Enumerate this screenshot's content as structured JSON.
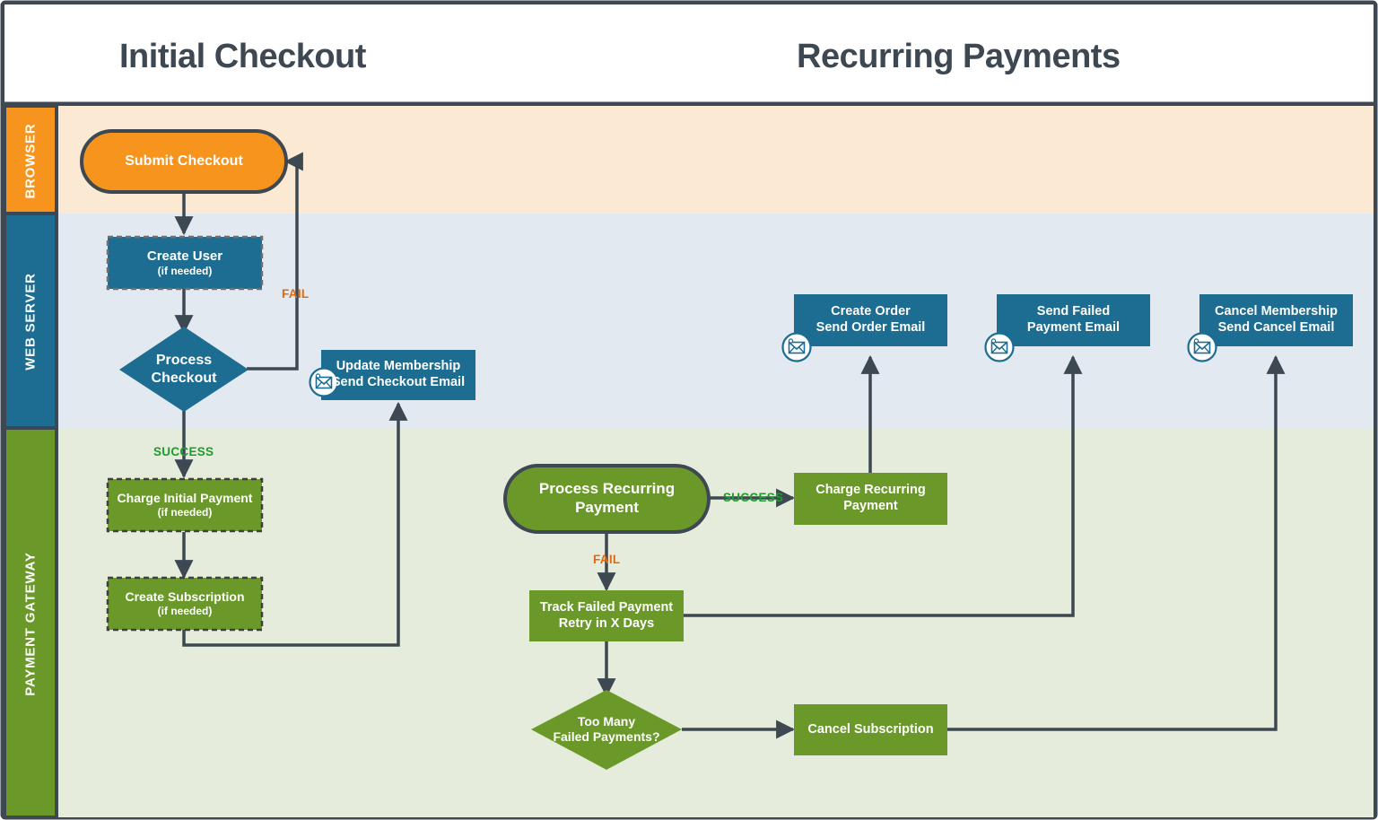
{
  "headers": {
    "left": "Initial Checkout",
    "right": "Recurring Payments"
  },
  "lanes": [
    {
      "name": "BROWSER",
      "band_color": "#fbe9d3",
      "tab_color": "#f7941d"
    },
    {
      "name": "WEB SERVER",
      "band_color": "#e2e9f0",
      "tab_color": "#1c6d91"
    },
    {
      "name": "PAYMENT GATEWAY",
      "band_color": "#e5ecdb",
      "tab_color": "#6a992a"
    }
  ],
  "colors": {
    "orange": "#f7941d",
    "blue": "#1c6d91",
    "green": "#6a992a",
    "stroke": "#3d4852",
    "success": "#1f9c2e",
    "fail": "#e2690f",
    "text": "#ffffff",
    "title": "#3d4852"
  },
  "nodes": [
    {
      "id": "submit-checkout",
      "shape": "pill",
      "lane": "BROWSER",
      "title": "Submit Checkout",
      "sub": ""
    },
    {
      "id": "create-user",
      "shape": "rect-dash",
      "lane": "WEB SERVER",
      "title": "Create User",
      "sub": "(if needed)"
    },
    {
      "id": "process-checkout",
      "shape": "diamond",
      "lane": "WEB SERVER",
      "title": "Process",
      "sub": "Checkout"
    },
    {
      "id": "update-membership",
      "shape": "rect",
      "lane": "WEB SERVER",
      "title": "Update Membership",
      "sub": "Send Checkout Email",
      "icon": "email-icon"
    },
    {
      "id": "charge-initial-payment",
      "shape": "rect-dash",
      "lane": "PAYMENT GATEWAY",
      "title": "Charge Initial Payment",
      "sub": "(if needed)"
    },
    {
      "id": "create-subscription",
      "shape": "rect-dash",
      "lane": "PAYMENT GATEWAY",
      "title": "Create Subscription",
      "sub": "(if needed)"
    },
    {
      "id": "process-recurring-payment",
      "shape": "pill",
      "lane": "PAYMENT GATEWAY",
      "title": "Process Recurring",
      "sub": "Payment"
    },
    {
      "id": "charge-recurring-payment",
      "shape": "rect",
      "lane": "PAYMENT GATEWAY",
      "title": "Charge Recurring",
      "sub": "Payment"
    },
    {
      "id": "create-order",
      "shape": "rect",
      "lane": "WEB SERVER",
      "title": "Create Order",
      "sub": "Send Order Email",
      "icon": "email-icon"
    },
    {
      "id": "send-failed-payment",
      "shape": "rect",
      "lane": "WEB SERVER",
      "title": "Send Failed",
      "sub": "Payment Email",
      "icon": "email-icon"
    },
    {
      "id": "cancel-membership",
      "shape": "rect",
      "lane": "WEB SERVER",
      "title": "Cancel Membership",
      "sub": "Send Cancel Email",
      "icon": "email-icon"
    },
    {
      "id": "track-failed-payment",
      "shape": "rect",
      "lane": "PAYMENT GATEWAY",
      "title": "Track Failed Payment",
      "sub": "Retry in X Days"
    },
    {
      "id": "too-many-failed",
      "shape": "diamond",
      "lane": "PAYMENT GATEWAY",
      "title": "Too Many",
      "sub": "Failed Payments?"
    },
    {
      "id": "cancel-subscription",
      "shape": "rect",
      "lane": "PAYMENT GATEWAY",
      "title": "Cancel Subscription",
      "sub": ""
    }
  ],
  "edge_labels": [
    {
      "id": "fail-checkout",
      "text": "FAIL",
      "kind": "fail"
    },
    {
      "id": "success-checkout",
      "text": "SUCCESS",
      "kind": "success"
    },
    {
      "id": "success-recurring",
      "text": "SUCCESS",
      "kind": "success"
    },
    {
      "id": "fail-recurring",
      "text": "FAIL",
      "kind": "fail"
    }
  ]
}
